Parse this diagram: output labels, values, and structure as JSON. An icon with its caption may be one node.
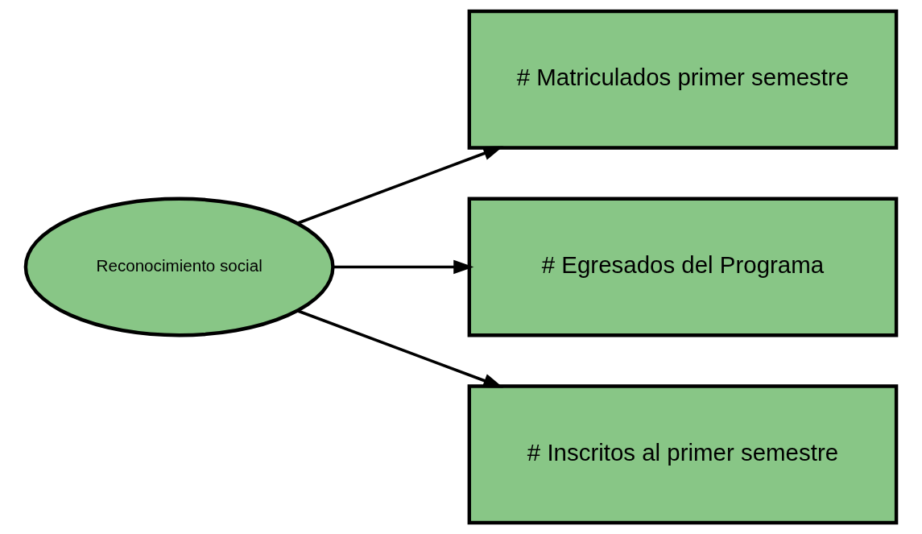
{
  "diagram": {
    "nodes": [
      {
        "text": [
          "Reconocimiento social"
        ]
      },
      {
        "text": [
          "# Matriculados primer semestre"
        ]
      },
      {
        "text": [
          "# Egresados del Programa"
        ]
      },
      {
        "text": [
          "# Inscritos al primer semestre"
        ]
      }
    ],
    "edges": [
      {
        "from": 0,
        "to": 1,
        "arrow": "to"
      },
      {
        "from": 0,
        "to": 2,
        "arrow": "to"
      },
      {
        "from": 0,
        "to": 3,
        "arrow": "to"
      }
    ]
  }
}
